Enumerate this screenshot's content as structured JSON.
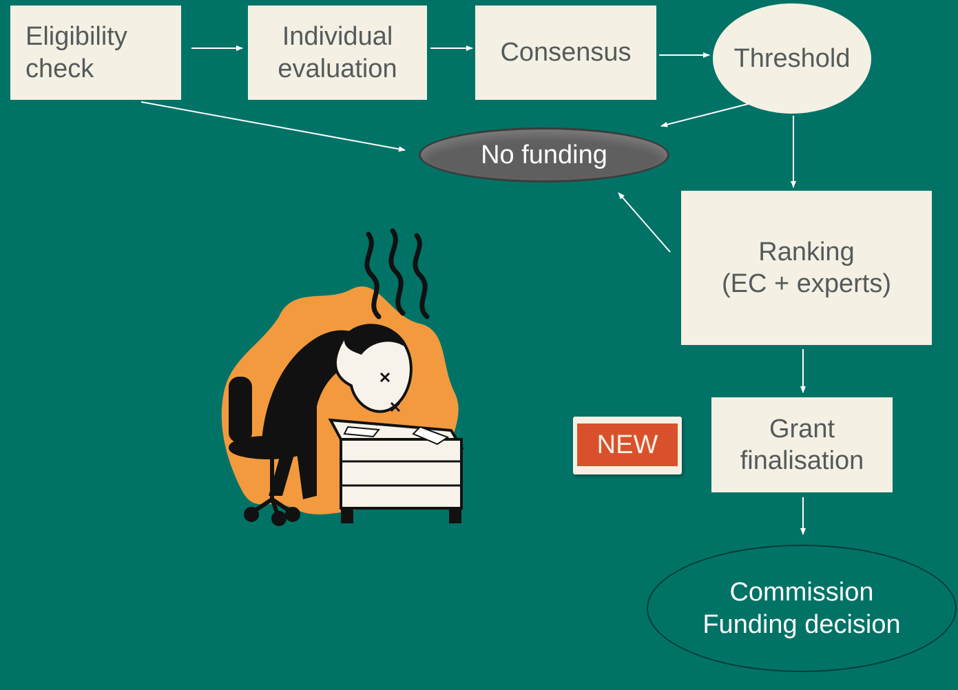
{
  "nodes": {
    "eligibility": "Eligibility\ncheck",
    "individual": "Individual\nevaluation",
    "consensus": "Consensus",
    "threshold": "Threshold",
    "no_funding": "No funding",
    "ranking": "Ranking\n(EC + experts)",
    "grant": "Grant\nfinalisation",
    "commission": "Commission\nFunding decision"
  },
  "badge": {
    "label": "NEW"
  },
  "footer": {
    "text": ""
  },
  "colors": {
    "background": "#007366",
    "box": "#F4F1E4",
    "box_text": "#555a5a",
    "no_funding_fill": "#5f5f5f",
    "badge_fill": "#D9512C"
  },
  "clipart": {
    "icon": "exhausted-man-at-desk-icon"
  }
}
